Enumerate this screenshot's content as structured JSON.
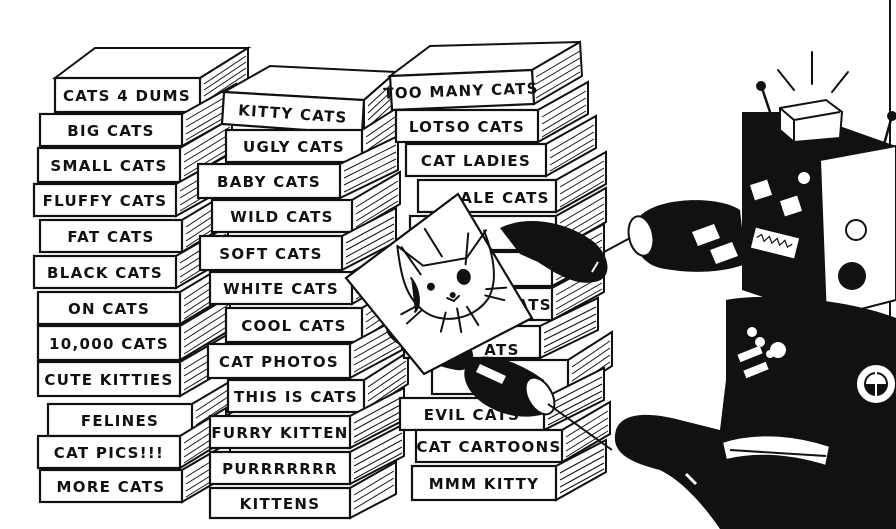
{
  "colors": {
    "ink": "#111111",
    "paper": "#ffffff"
  },
  "scene": {
    "subject": "robot-holding-cat-drawing",
    "icons": [
      "robot-head-icon",
      "cat-face-icon",
      "antenna-icon"
    ]
  },
  "stacks": [
    {
      "name": "left-stack",
      "books": [
        "CATS 4 DUMS",
        "BIG CATS",
        "SMALL CATS",
        "FLUFFY CATS",
        "FAT CATS",
        "BLACK CATS",
        "ON CATS",
        "10,000 CATS",
        "CUTE KITTIES",
        "FELINES",
        "CAT PICS!!!",
        "MORE CATS"
      ]
    },
    {
      "name": "middle-stack",
      "books": [
        "KITTY CATS",
        "UGLY CATS",
        "BABY CATS",
        "WILD CATS",
        "SOFT CATS",
        "WHITE CATS",
        "COOL CATS",
        "CAT PHOTOS",
        "THIS IS CATS",
        "FURRY KITTEN",
        "PURRRRRRR",
        "KITTENS"
      ]
    },
    {
      "name": "right-stack",
      "books": [
        "TOO MANY CATS",
        "LOTSO CATS",
        "CAT LADIES",
        "ALE CATS",
        "CATS",
        "ATS",
        "EVIL CATS",
        "CAT CARTOONS",
        "MMM KITTY"
      ]
    }
  ]
}
